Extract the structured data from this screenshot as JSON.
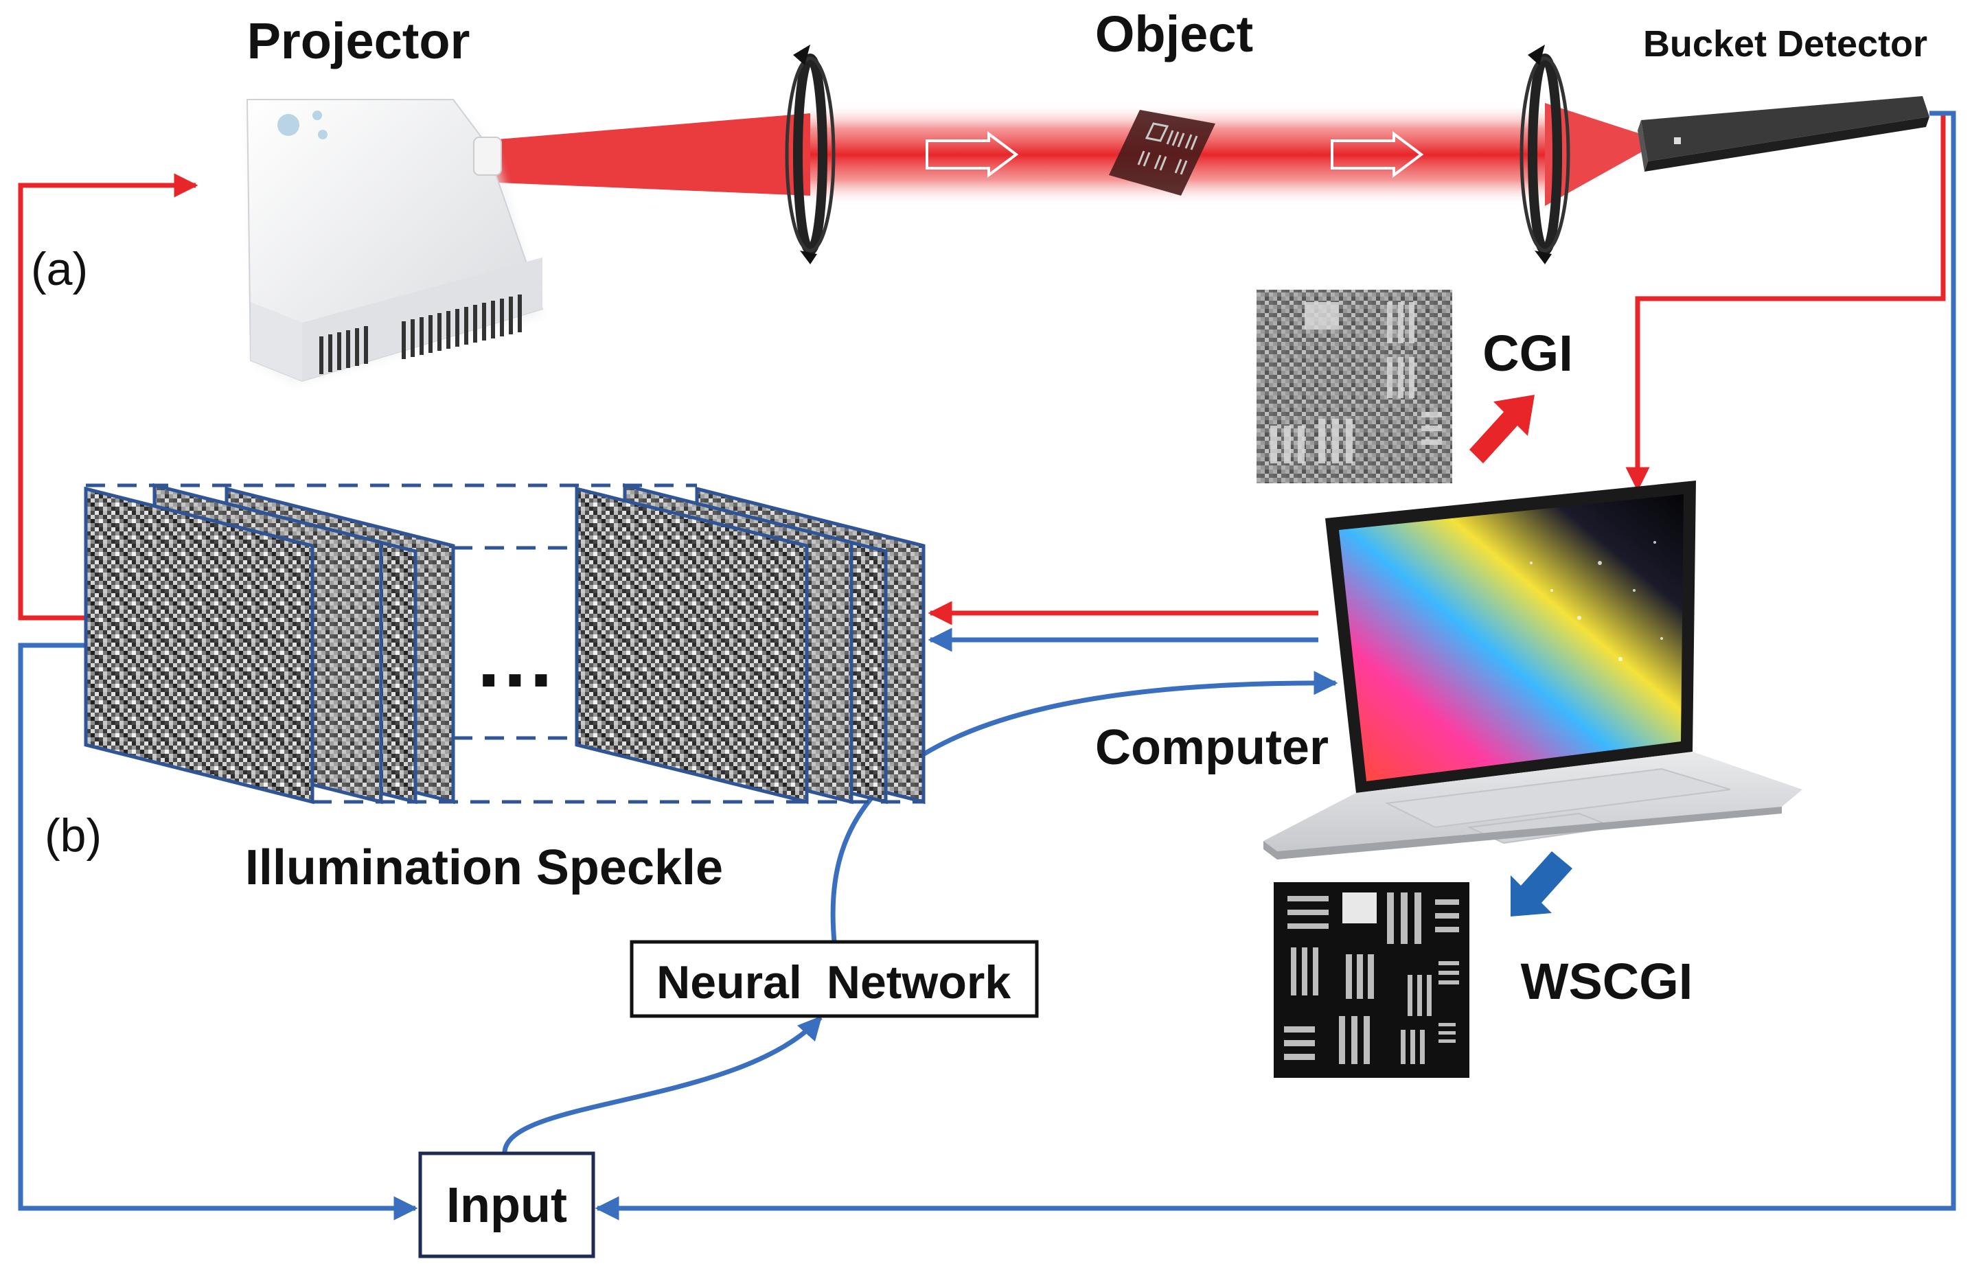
{
  "labels": {
    "projector": "Projector",
    "object": "Object",
    "bucket_detector": "Bucket Detector",
    "panel_a": "(a)",
    "panel_b": "(b)",
    "cgi": "CGI",
    "wscgi": "WSCGI",
    "computer": "Computer",
    "illumination_speckle": "Illumination Speckle",
    "neural": "Neural",
    "network": "Network",
    "input": "Input",
    "ellipsis": "…"
  },
  "colors": {
    "path_a": "#e8262a",
    "path_b": "#3a6fbf",
    "beam": "#e8262a",
    "speckle_border": "#2f5597"
  }
}
